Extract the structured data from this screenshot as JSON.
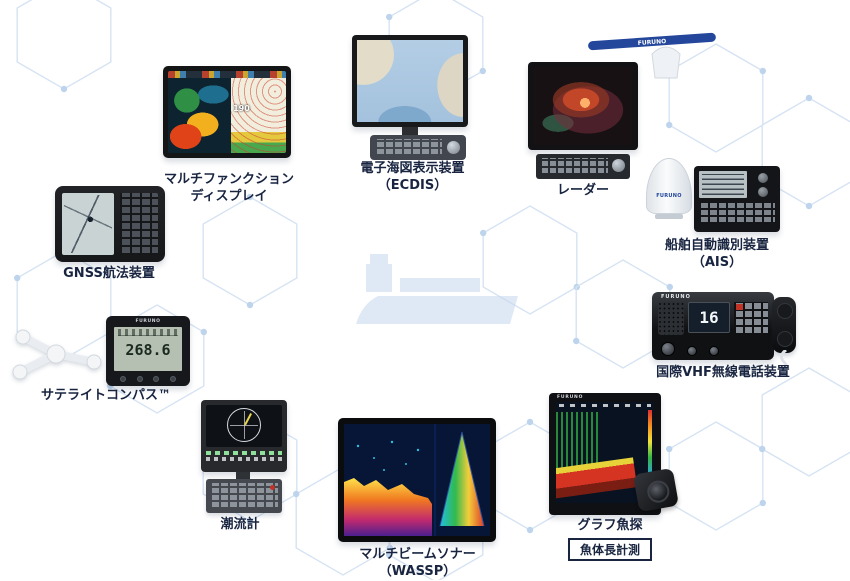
{
  "brand": "FURUNO",
  "colors": {
    "label_text": "#182440",
    "network_line": "#d6e3f3",
    "network_dot": "#bed4ec",
    "ship": "#c6d8ee"
  },
  "products": [
    {
      "id": "multifunction-display",
      "label_lines": [
        "マルチファンクション",
        "ディスプレイ"
      ],
      "screen_value": "190"
    },
    {
      "id": "ecdis",
      "label_lines": [
        "電子海図表示装置",
        "（ECDIS）"
      ]
    },
    {
      "id": "radar",
      "label_lines": [
        "レーダー"
      ]
    },
    {
      "id": "ais",
      "label_lines": [
        "船舶自動識別装置",
        "（AIS）"
      ]
    },
    {
      "id": "gnss-navigator",
      "label_lines": [
        "GNSS航法装置"
      ]
    },
    {
      "id": "satellite-compass",
      "label_lines": [
        "サテライトコンパス™"
      ],
      "screen_value": "268.6"
    },
    {
      "id": "vhf-radiotelephone",
      "label_lines": [
        "国際VHF無線電話装置"
      ],
      "screen_value": "16"
    },
    {
      "id": "current-indicator",
      "label_lines": [
        "潮流計"
      ]
    },
    {
      "id": "multibeam-sonar",
      "label_lines": [
        "マルチビームソナー",
        "（WASSP）"
      ]
    },
    {
      "id": "fish-finder",
      "label_lines": [
        "グラフ魚探"
      ],
      "badge": "魚体長計測"
    }
  ]
}
